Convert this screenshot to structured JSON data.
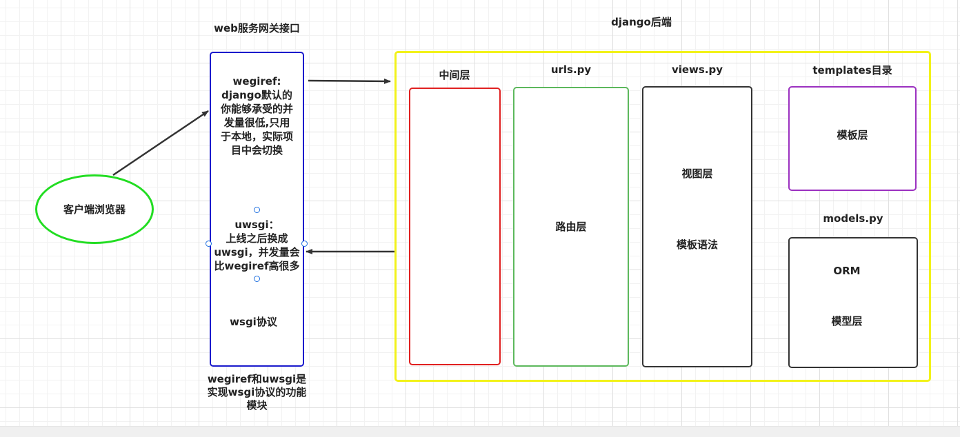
{
  "labels": {
    "gateway_title": "web服务网关接口",
    "backend_title": "django后端",
    "gateway_caption": "wegiref和uwsgi是实现wsgi协议的功能模块"
  },
  "client": {
    "label": "客户端浏览器"
  },
  "gateway": {
    "wegiref_text": "wegiref:\ndjango默认的\n你能够承受的并\n发量很低,只用\n于本地，实际项\n目中会切换",
    "uwsgi_text": "uwsgi：\n上线之后换成\nuwsgi，并发量会\n比wegiref高很多",
    "protocol_text": "wsgi协议"
  },
  "backend": {
    "middleware": {
      "title": "中间层"
    },
    "urls": {
      "title": "urls.py",
      "body": "路由层"
    },
    "views": {
      "title": "views.py",
      "body1": "视图层",
      "body2": "模板语法"
    },
    "templates": {
      "title": "templates目录",
      "body": "模板层"
    },
    "models": {
      "title": "models.py",
      "body1": "ORM",
      "body2": "模型层"
    }
  },
  "colors": {
    "client_border": "#22dd22",
    "gateway_border": "#1a1acc",
    "backend_border": "#f2f21a",
    "middleware_border": "#e02020",
    "urls_border": "#5cb85c",
    "views_border": "#333333",
    "templates_border": "#9b30c0",
    "models_border": "#333333",
    "arrow": "#333333"
  }
}
